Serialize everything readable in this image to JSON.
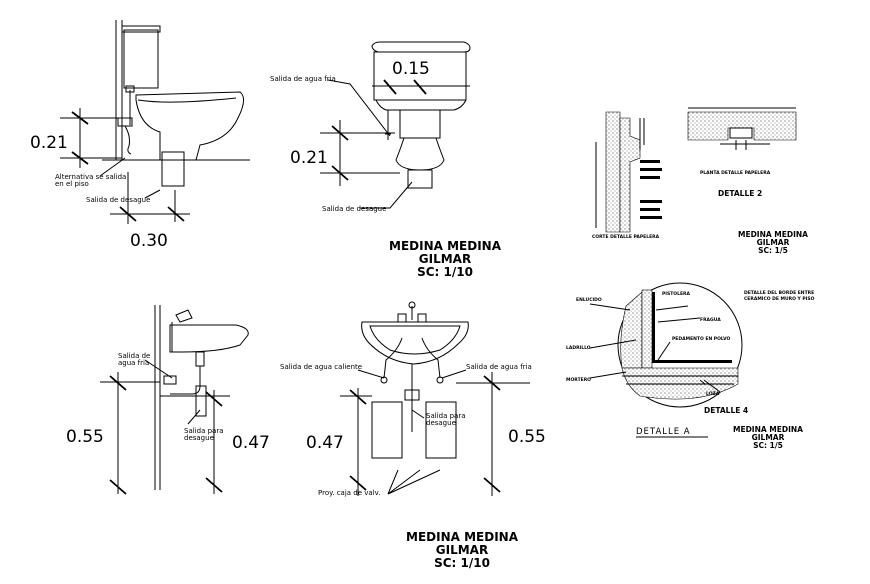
{
  "top_left": {
    "dim_height": "0.21",
    "dim_width": "0.30",
    "label_alt": "Alternativa se salida",
    "label_alt2": "en el piso",
    "label_desague": "Salida de desague"
  },
  "top_center": {
    "dim_top": "0.15",
    "dim_height": "0.21",
    "label_fria": "Salida de agua fria",
    "label_desague": "Salida de desague",
    "title_1": "MEDINA MEDINA",
    "title_2": "GILMAR",
    "scale": "SC: 1/10"
  },
  "top_right": {
    "label_cortes": "CORTE DETALLE PAPELERA",
    "label_planta": "PLANTA DETALLE PAPELERA",
    "detalle": "DETALLE 2",
    "title_1": "MEDINA MEDINA",
    "title_2": "GILMAR",
    "scale": "SC: 1/5"
  },
  "bottom_left": {
    "dim_left": "0.55",
    "dim_right": "0.47",
    "label_fria": "Salida de",
    "label_fria2": "agua fria",
    "label_desague": "Salida para",
    "label_desague2": "desague"
  },
  "bottom_center": {
    "dim_left": "0.47",
    "dim_right": "0.55",
    "label_caliente": "Salida de agua caliente",
    "label_fria": "Salida de agua fria",
    "label_desague": "Salida para",
    "label_desague2": "desague",
    "label_caja": "Proy. caja de valv.",
    "title_1": "MEDINA MEDINA",
    "title_2": "GILMAR",
    "scale": "SC: 1/10"
  },
  "bottom_right": {
    "label_enlucido": "ENLUCIDO",
    "label_ladrillo": "LADRILLO",
    "label_mortero": "MORTERO",
    "label_porcelana": "PISTOLERA",
    "label_fragua": "FRAGUA",
    "label_cemento": "PEDAMENTO EN POLVO",
    "label_loza": "LOZA",
    "label_header": "DETALLE DEL BORDE ENTRE",
    "label_header2": "CERAMICO DE MURO Y PISO",
    "detalle4": "DETALLE 4",
    "detalle_a": "DETALLE    A",
    "title_1": "MEDINA MEDINA",
    "title_2": "GILMAR",
    "scale": "SC: 1/5"
  }
}
